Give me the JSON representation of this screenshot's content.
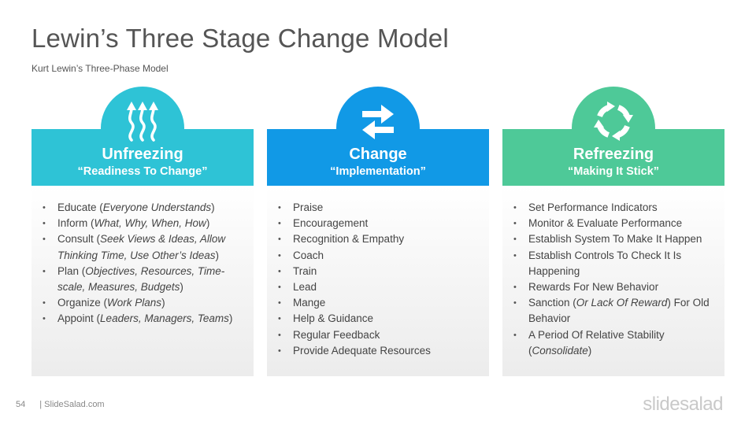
{
  "slide": {
    "title": "Lewin’s Three Stage Change Model",
    "subtitle": "Kurt Lewin’s Three-Phase Model"
  },
  "colors": {
    "unfreezing": "#2ec3d6",
    "change": "#1199e6",
    "refreezing": "#4ec998"
  },
  "stages": [
    {
      "icon": "heat-waves-icon",
      "title": "Unfreezing",
      "subtitle": "“Readiness To Change”",
      "items": [
        {
          "text": "Educate (",
          "italic": "Everyone Understands",
          "after": ")"
        },
        {
          "text": "Inform (",
          "italic": "What, Why, When, How",
          "after": ")"
        },
        {
          "text": "Consult (",
          "italic": "Seek Views & Ideas, Allow Thinking Time, Use Other’s Ideas",
          "after": ")"
        },
        {
          "text": "Plan (",
          "italic": "Objectives, Resources, Time-scale, Measures, Budgets",
          "after": ")"
        },
        {
          "text": "Organize (",
          "italic": "Work Plans",
          "after": ")"
        },
        {
          "text": "Appoint (",
          "italic": "Leaders, Managers, Teams",
          "after": ")"
        }
      ]
    },
    {
      "icon": "swap-arrows-icon",
      "title": "Change",
      "subtitle": "“Implementation”",
      "items": [
        {
          "text": "Praise"
        },
        {
          "text": "Encouragement"
        },
        {
          "text": "Recognition & Empathy"
        },
        {
          "text": "Coach"
        },
        {
          "text": "Train"
        },
        {
          "text": "Lead"
        },
        {
          "text": "Mange"
        },
        {
          "text": "Help & Guidance"
        },
        {
          "text": "Regular Feedback"
        },
        {
          "text": "Provide Adequate Resources"
        }
      ]
    },
    {
      "icon": "cycle-arrows-icon",
      "title": "Refreezing",
      "subtitle": "“Making It Stick”",
      "items": [
        {
          "text": "Set Performance Indicators"
        },
        {
          "text": "Monitor & Evaluate Performance"
        },
        {
          "text": "Establish System To Make It Happen"
        },
        {
          "text": "Establish Controls To Check It Is Happening"
        },
        {
          "text": "Rewards For New Behavior"
        },
        {
          "text": "Sanction (",
          "italic": "Or Lack Of Reward",
          "after": ") For Old Behavior"
        },
        {
          "text": "A Period Of Relative Stability (",
          "italic": "Consolidate",
          "after": ")"
        }
      ]
    }
  ],
  "footer": {
    "page_number": "54",
    "site": "| SlideSalad.com",
    "logo": "slidesalad"
  }
}
